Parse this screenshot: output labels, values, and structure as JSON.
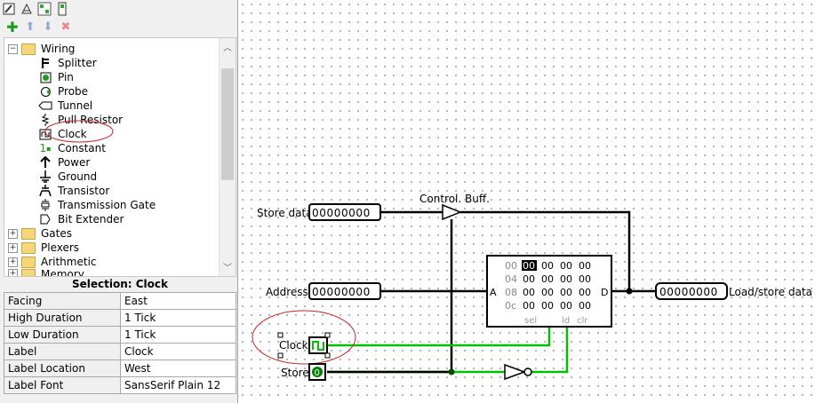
{
  "toolbar": {
    "tools": [
      "poke-tool",
      "edit-tool",
      "select-tool",
      "text-tool"
    ],
    "actions": [
      "add",
      "move-up",
      "move-down",
      "delete"
    ]
  },
  "tree": {
    "folders_top": [
      {
        "label": "Wiring",
        "expanded": true
      }
    ],
    "wiring_items": [
      {
        "label": "Splitter",
        "icon": "splitter-icon"
      },
      {
        "label": "Pin",
        "icon": "pin-icon"
      },
      {
        "label": "Probe",
        "icon": "probe-icon"
      },
      {
        "label": "Tunnel",
        "icon": "tunnel-icon"
      },
      {
        "label": "Pull Resistor",
        "icon": "pull-resistor-icon"
      },
      {
        "label": "Clock",
        "icon": "clock-icon"
      },
      {
        "label": "Constant",
        "icon": "constant-icon"
      },
      {
        "label": "Power",
        "icon": "power-icon"
      },
      {
        "label": "Ground",
        "icon": "ground-icon"
      },
      {
        "label": "Transistor",
        "icon": "transistor-icon"
      },
      {
        "label": "Transmission Gate",
        "icon": "transmission-gate-icon"
      },
      {
        "label": "Bit Extender",
        "icon": "bit-extender-icon"
      }
    ],
    "folders_bottom": [
      {
        "label": "Gates"
      },
      {
        "label": "Plexers"
      },
      {
        "label": "Arithmetic"
      },
      {
        "label": "Memory"
      }
    ],
    "constant_glyph": "1"
  },
  "attributes": {
    "title": "Selection: Clock",
    "rows": [
      {
        "key": "Facing",
        "value": "East"
      },
      {
        "key": "High Duration",
        "value": "1 Tick"
      },
      {
        "key": "Low Duration",
        "value": "1 Tick"
      },
      {
        "key": "Label",
        "value": "Clock"
      },
      {
        "key": "Label Location",
        "value": "West"
      },
      {
        "key": "Label Font",
        "value": "SansSerif Plain 12"
      }
    ]
  },
  "circuit": {
    "store_data_label": "Store data",
    "store_data_value": "00000000",
    "address_label": "Address",
    "address_value": "00000000",
    "clock_label": "Clock",
    "store_label": "Store",
    "store_value": "0",
    "buffer_label": "Control. Buff.",
    "output_value": "00000000",
    "output_label": "Load/store data",
    "ram": {
      "addresses": [
        "00",
        "04",
        "08",
        "0c"
      ],
      "cells": [
        [
          "00",
          "00",
          "00",
          "00"
        ],
        [
          "00",
          "00",
          "00",
          "00"
        ],
        [
          "00",
          "00",
          "00",
          "00"
        ],
        [
          "00",
          "00",
          "00",
          "00"
        ]
      ],
      "port_a": "A",
      "port_d": "D",
      "pins": [
        "sel",
        "ld",
        "clr"
      ]
    },
    "colors": {
      "wire_off": "#000000",
      "wire_green": "#00c000",
      "highlight": "#cc2222"
    }
  }
}
